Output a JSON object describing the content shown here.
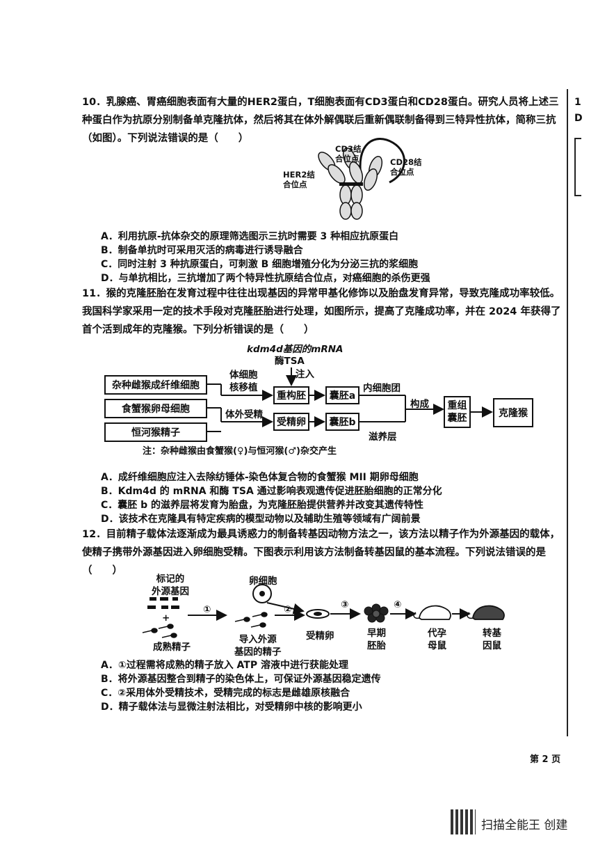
{
  "q10": {
    "stem": "10．乳腺癌、胃癌细胞表面有大量的HER2蛋白，T细胞表面有CD3蛋白和CD28蛋白。研究人员将上述三种蛋白作为抗原分别制备单克隆抗体，然后将其在体外解偶联后重新偶联制备得到三特异性抗体，简称三抗（如图）。下列说法错误的是（　　）",
    "fig": {
      "cd3": "CD3结",
      "cd3b": "合位点",
      "cd28": "CD28结",
      "cd28b": "合位点",
      "her2": "HER2结",
      "her2b": "合位点"
    },
    "options": [
      "A．利用抗原-抗体杂交的原理筛选图示三抗时需要 3 种相应抗原蛋白",
      "B．制备单抗时可采用灭活的病毒进行诱导融合",
      "C．同时注射 3 种抗原蛋白，可刺激 B 细胞增殖分化为分泌三抗的浆细胞",
      "D．与单抗相比，三抗增加了两个特异性抗原结合位点，对癌细胞的杀伤更强"
    ]
  },
  "q11": {
    "stem": "11．猴的克隆胚胎在发育过程中往往出现基因的异常甲基化修饰以及胎盘发育异常，导致克隆成功率较低。我国科学家采用一定的技术手段对克隆胚胎进行处理，如图所示，提高了克隆成功率，并在 2024 年获得了首个活到成年的克隆猴。下列分析错误的是（　　）",
    "fig": {
      "top1": "kdm4d基因的mRNA",
      "top2": "酶TSA",
      "inject": "注入",
      "box1": "杂种雌猴成纤维细胞",
      "box2": "食蟹猴卵母细胞",
      "box3": "恒河猴精子",
      "nt1": "体细胞",
      "nt2": "核移植",
      "ivf": "体外受精",
      "recon": "重构胚",
      "zygote": "受精卵",
      "bla": "囊胚a",
      "blb": "囊胚b",
      "icm": "内细胞团",
      "tro": "滋养层",
      "form": "构成",
      "rbl1": "重组",
      "rbl2": "囊胚",
      "clone": "克隆猴",
      "note": "注：杂种雌猴由食蟹猴(♀)与恒河猴(♂)杂交产生"
    },
    "options": [
      "A．成纤维细胞应注入去除纺锤体-染色体复合物的食蟹猴 MII 期卵母细胞",
      "B．Kdm4d 的 mRNA 和酶 TSA 通过影响表观遗传促进胚胎细胞的正常分化",
      "C．囊胚 b 的滋养层将发育为胎盘，为克隆胚胎提供营养并改变其遗传特性",
      "D．该技术在克隆具有特定疾病的模型动物以及辅助生殖等领域有广阔前景"
    ]
  },
  "q12": {
    "stem": "12．目前精子载体法逐渐成为最具诱惑力的制备转基因动物方法之一，该方法以精子作为外源基因的载体，使精子携带外源基因进入卵细胞受精。下图表示利用该方法制备转基因鼠的基本流程。下列说法错误的是（　　）",
    "fig": {
      "gene1": "标记的",
      "gene2": "外源基因",
      "plus": "+",
      "sperm": "成熟精子",
      "egg": "卵细胞",
      "carry1": "导入外源",
      "carry2": "基因的精子",
      "zyg": "受精卵",
      "emb1": "早期",
      "emb2": "胚胎",
      "sur1": "代孕",
      "sur2": "母鼠",
      "tg1": "转基",
      "tg2": "因鼠",
      "s1": "①",
      "s2": "②",
      "s3": "③",
      "s4": "④"
    },
    "options": [
      "A．①过程需将成熟的精子放入 ATP 溶液中进行获能处理",
      "B．将外源基因整合到精子的染色体上，可保证外源基因稳定遗传",
      "C．②采用体外受精技术，受精完成的标志是雌雄原核融合",
      "D．精子载体法与显微注射法相比，对受精卵中核的影响更小"
    ]
  },
  "page": "第 2 页",
  "side": {
    "a": "1",
    "b": "D"
  },
  "watermark": "扫描全能王 创建"
}
